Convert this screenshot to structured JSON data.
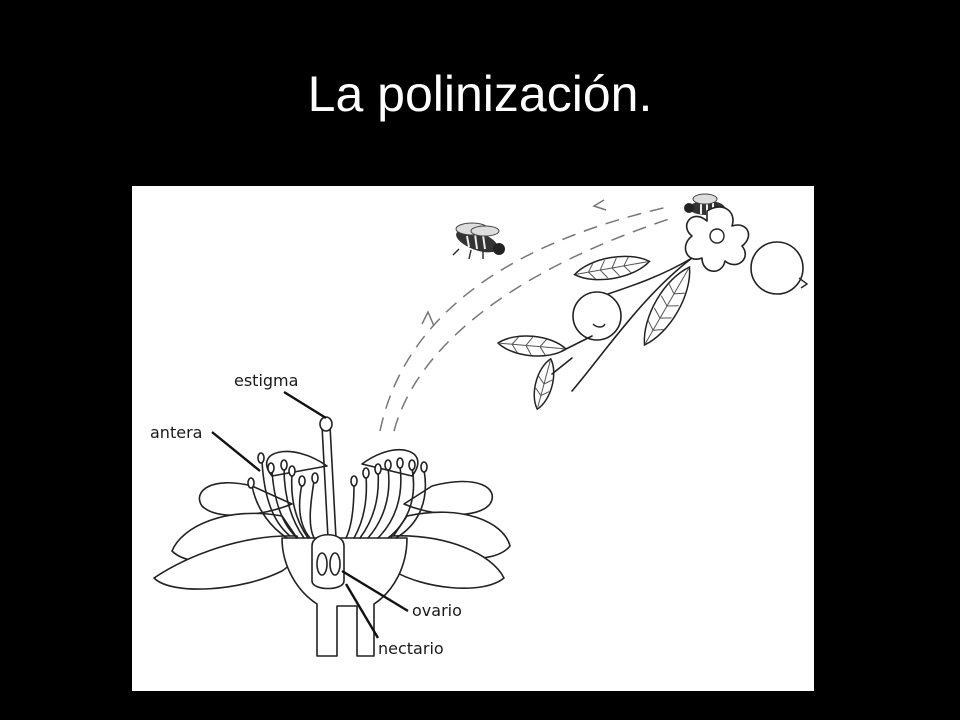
{
  "slide": {
    "title": "La polinización."
  },
  "diagram": {
    "labels": {
      "stigma": "estigma",
      "anther": "antera",
      "ovary": "ovario",
      "nectary": "nectario"
    }
  },
  "colors": {
    "background": "#000000",
    "panel": "#ffffff",
    "title": "#ffffff",
    "ink": "#222222"
  }
}
